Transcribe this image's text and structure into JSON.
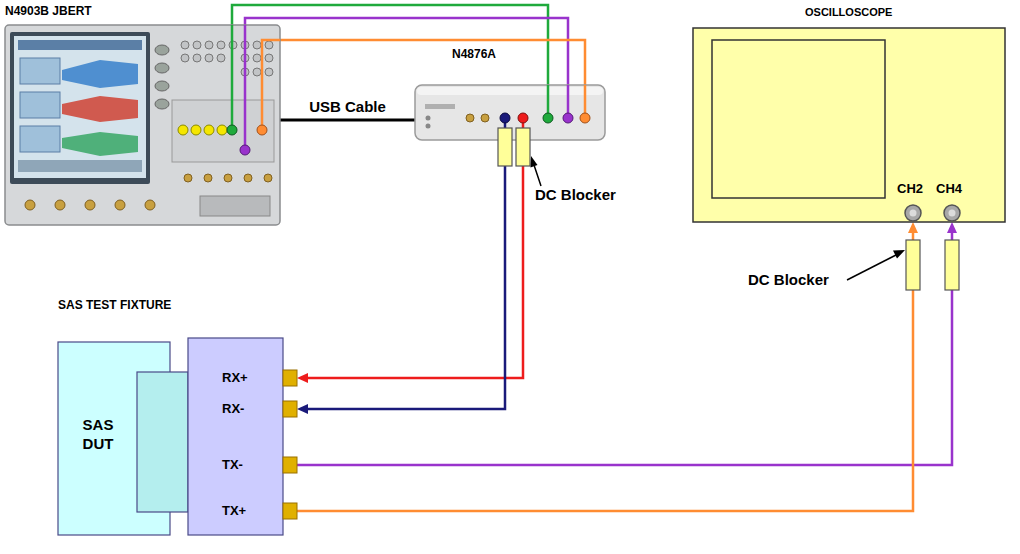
{
  "diagram": {
    "nodes": [
      {
        "text": [
          "N4903B JBERT"
        ]
      },
      {
        "text": [
          "N4876A"
        ]
      },
      {
        "text": [
          "OSCILLOSCOPE",
          "CH2",
          "CH4"
        ]
      },
      {
        "text": [
          "SAS TEST FIXTURE",
          "RX+",
          "RX-",
          "TX-",
          "TX+"
        ]
      },
      {
        "text": [
          "SAS DUT"
        ]
      }
    ],
    "edges": [
      {
        "from": 0,
        "to": 1,
        "arrow": "none",
        "label": "USB Cable"
      },
      {
        "from": 0,
        "to": 1,
        "arrow": "none"
      },
      {
        "from": 0,
        "to": 1,
        "arrow": "none"
      },
      {
        "from": 0,
        "to": 1,
        "arrow": "none"
      },
      {
        "from": 1,
        "to": 3,
        "arrow": "to"
      },
      {
        "from": 1,
        "to": 3,
        "arrow": "to"
      },
      {
        "from": 3,
        "to": 2,
        "arrow": "to"
      },
      {
        "from": 3,
        "to": 2,
        "arrow": "to"
      }
    ],
    "labels": [
      "DC Blocker",
      "DC Blocker"
    ]
  }
}
